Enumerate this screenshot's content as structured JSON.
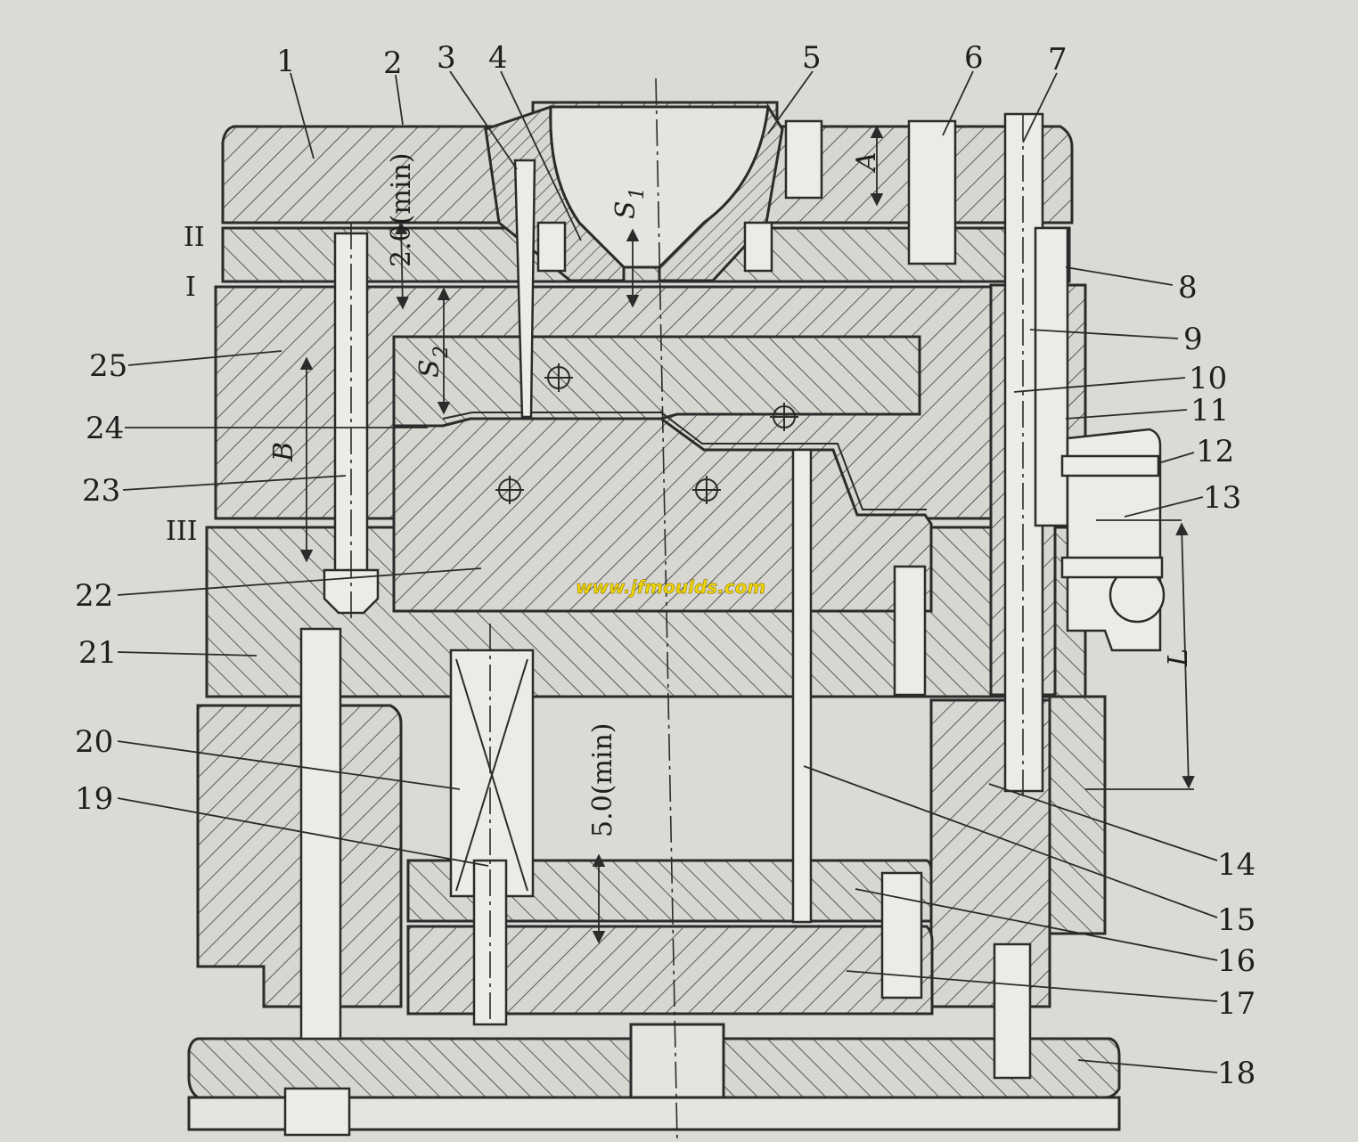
{
  "callouts": [
    "1",
    "2",
    "3",
    "4",
    "5",
    "6",
    "7",
    "8",
    "9",
    "10",
    "11",
    "12",
    "13",
    "14",
    "15",
    "16",
    "17",
    "18",
    "19",
    "20",
    "21",
    "22",
    "23",
    "24",
    "25"
  ],
  "parting_lines": {
    "one": "I",
    "two": "II",
    "three": "III"
  },
  "dimensions": {
    "a": "A",
    "b": "B",
    "l": "L",
    "s1": "S",
    "s1_sub": "1",
    "s2": "S",
    "s2_sub": "2",
    "gap_min_top": "2.0(min)",
    "gap_min_bottom": "5.0(min)"
  },
  "watermark": "www.jfmoulds.com",
  "colors": {
    "paper": "#dcdad6",
    "line": "#2b2b2b",
    "watermark": "#f0d400"
  }
}
